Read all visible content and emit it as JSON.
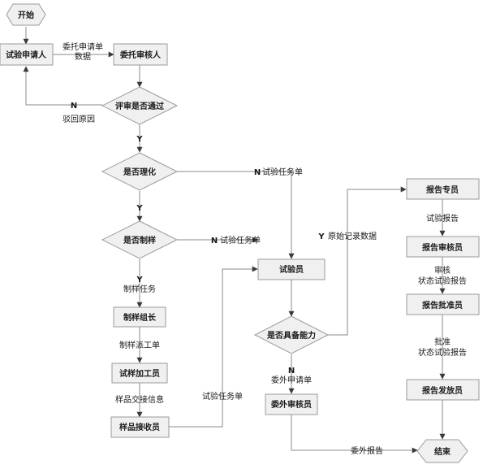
{
  "nodes": {
    "start": "开始",
    "applicant": "试验申请人",
    "entrust_reviewer": "委托审核人",
    "review_pass": "评审是否通过",
    "is_physchem": "是否理化",
    "is_prep": "是否制样",
    "tester": "试验员",
    "capable": "是否具备能力",
    "prep_leader": "制样组长",
    "machinist": "试样加工员",
    "sample_receiver": "样品接收员",
    "outsource_reviewer": "委外审核员",
    "report_specialist": "报告专员",
    "report_reviewer": "报告审核员",
    "report_approver": "报告批准员",
    "report_issuer": "报告发放员",
    "end": "结束"
  },
  "edges": {
    "entrust_data_1": "委托申请单",
    "entrust_data_2": "数据",
    "n1": "N",
    "reject_reason": "驳回原因",
    "y1": "Y",
    "n2": "N",
    "task_sheet_1": "试验任务单",
    "y2": "Y",
    "n3": "N",
    "task_sheet_2": "试验任务单",
    "y3": "Y",
    "prep_task": "制样任务",
    "dispatch": "制样派工单",
    "handover": "样品交接信息",
    "task_sheet_3": "试验任务单",
    "y4": "Y",
    "raw_data": "原始记录数据",
    "n4": "N",
    "outsource_request": "委外申请单",
    "outsource_report": "委外报告",
    "test_report": "试验报告",
    "audit_1": "审核",
    "audit_2": "状态试验报告",
    "approve_1": "批准",
    "approve_2": "状态试验报告"
  }
}
